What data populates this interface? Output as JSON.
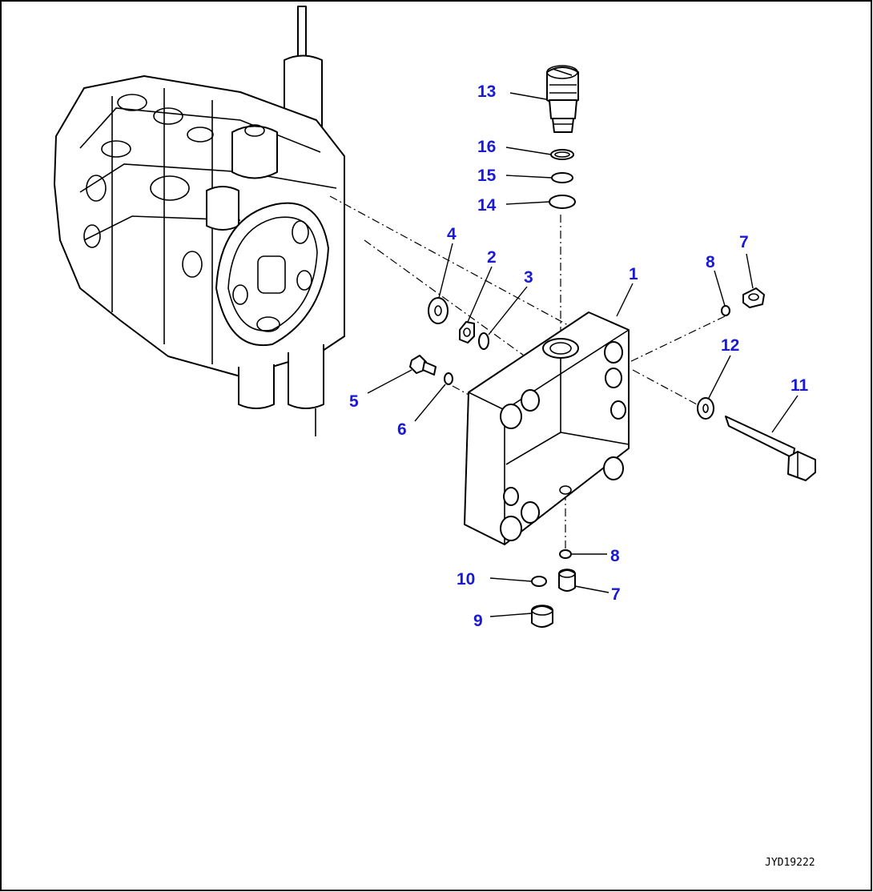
{
  "diagram": {
    "drawing_code": "JYD19222",
    "callout_color": "#1a1ad6",
    "callouts": [
      {
        "id": "c13",
        "label": "13"
      },
      {
        "id": "c16",
        "label": "16"
      },
      {
        "id": "c15",
        "label": "15"
      },
      {
        "id": "c14",
        "label": "14"
      },
      {
        "id": "c4",
        "label": "4"
      },
      {
        "id": "c2",
        "label": "2"
      },
      {
        "id": "c3",
        "label": "3"
      },
      {
        "id": "c1",
        "label": "1"
      },
      {
        "id": "c8a",
        "label": "8"
      },
      {
        "id": "c7a",
        "label": "7"
      },
      {
        "id": "c12",
        "label": "12"
      },
      {
        "id": "c11",
        "label": "11"
      },
      {
        "id": "c5",
        "label": "5"
      },
      {
        "id": "c6",
        "label": "6"
      },
      {
        "id": "c8b",
        "label": "8"
      },
      {
        "id": "c10",
        "label": "10"
      },
      {
        "id": "c7b",
        "label": "7"
      },
      {
        "id": "c9",
        "label": "9"
      }
    ]
  }
}
